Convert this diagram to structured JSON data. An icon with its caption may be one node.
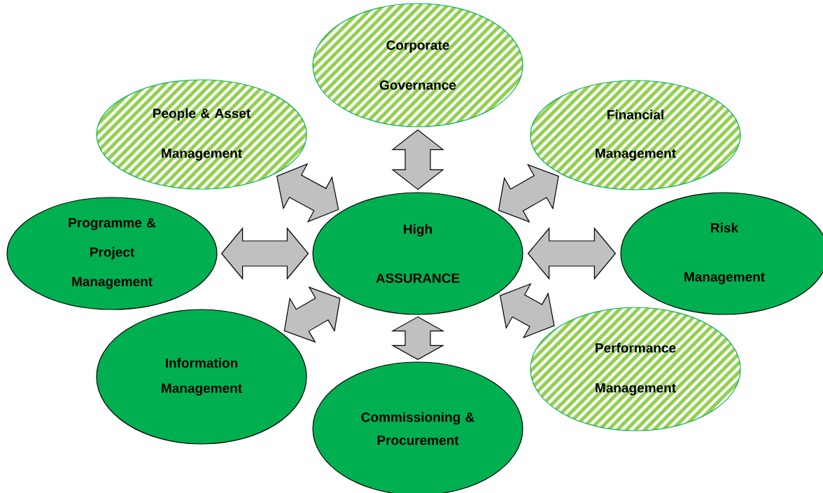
{
  "diagram": {
    "nodes": [
      {
        "text": [
          "Corporate Governance"
        ]
      },
      {
        "text": [
          "People & Asset Management"
        ]
      },
      {
        "text": [
          "Financial Management"
        ]
      },
      {
        "text": [
          "High ASSURANCE"
        ]
      },
      {
        "text": [
          "Programme & Project Management"
        ]
      },
      {
        "text": [
          "Risk Management"
        ]
      },
      {
        "text": [
          "Information Management"
        ]
      },
      {
        "text": [
          "Performance Management"
        ]
      },
      {
        "text": [
          "Commissioning & Procurement"
        ]
      }
    ],
    "edges": [
      {
        "from": 3,
        "to": 0,
        "arrow": "both"
      },
      {
        "from": 3,
        "to": 1,
        "arrow": "both"
      },
      {
        "from": 3,
        "to": 2,
        "arrow": "both"
      },
      {
        "from": 3,
        "to": 4,
        "arrow": "both"
      },
      {
        "from": 3,
        "to": 5,
        "arrow": "both"
      },
      {
        "from": 3,
        "to": 6,
        "arrow": "both"
      },
      {
        "from": 3,
        "to": 7,
        "arrow": "both"
      },
      {
        "from": 3,
        "to": 8,
        "arrow": "both"
      }
    ]
  }
}
